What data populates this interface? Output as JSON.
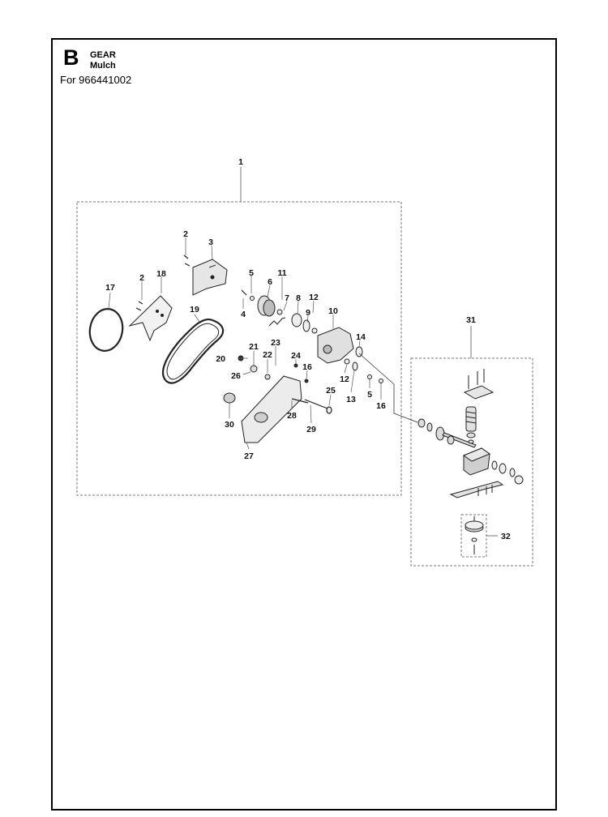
{
  "section": {
    "letter": "B",
    "title": "GEAR",
    "subtitle": "Mulch",
    "model_line": "For 966441002"
  },
  "assemblies": [
    {
      "id": "main-assembly",
      "label": "1"
    },
    {
      "id": "blade-assembly",
      "label": "31"
    },
    {
      "id": "blade-hub-subassembly",
      "label": "32"
    }
  ],
  "part_labels": [
    {
      "id": "p2a",
      "text": "2"
    },
    {
      "id": "p3",
      "text": "3"
    },
    {
      "id": "p2b",
      "text": "2"
    },
    {
      "id": "p18",
      "text": "18"
    },
    {
      "id": "p17",
      "text": "17"
    },
    {
      "id": "p19",
      "text": "19"
    },
    {
      "id": "p5a",
      "text": "5"
    },
    {
      "id": "p11",
      "text": "11"
    },
    {
      "id": "p6",
      "text": "6"
    },
    {
      "id": "p7",
      "text": "7"
    },
    {
      "id": "p8",
      "text": "8"
    },
    {
      "id": "p12a",
      "text": "12"
    },
    {
      "id": "p9",
      "text": "9"
    },
    {
      "id": "p4",
      "text": "4"
    },
    {
      "id": "p10",
      "text": "10"
    },
    {
      "id": "p14",
      "text": "14"
    },
    {
      "id": "p23",
      "text": "23"
    },
    {
      "id": "p21",
      "text": "21"
    },
    {
      "id": "p22",
      "text": "22"
    },
    {
      "id": "p24",
      "text": "24"
    },
    {
      "id": "p20",
      "text": "20"
    },
    {
      "id": "p16a",
      "text": "16"
    },
    {
      "id": "p26",
      "text": "26"
    },
    {
      "id": "p12b",
      "text": "12"
    },
    {
      "id": "p13",
      "text": "13"
    },
    {
      "id": "p5b",
      "text": "5"
    },
    {
      "id": "p16b",
      "text": "16"
    },
    {
      "id": "p25",
      "text": "25"
    },
    {
      "id": "p28",
      "text": "28"
    },
    {
      "id": "p29",
      "text": "29"
    },
    {
      "id": "p30",
      "text": "30"
    },
    {
      "id": "p27",
      "text": "27"
    }
  ]
}
